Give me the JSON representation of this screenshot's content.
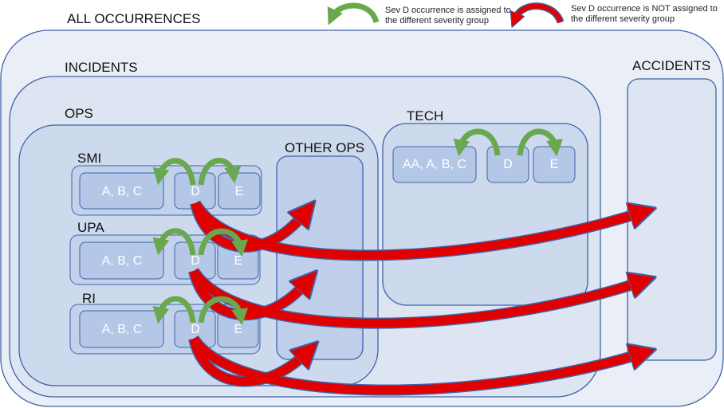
{
  "title": "ALL OCCURRENCES",
  "legend": [
    {
      "icon": "green-curved-arrow-icon",
      "color": "#6aa84f",
      "line1": "Sev D occurrence is assigned to",
      "line2": "the different severity group"
    },
    {
      "icon": "red-curved-arrow-icon",
      "color": "#e00000",
      "line1": "Sev D occurrence is NOT assigned to",
      "line2": "the different severity group"
    }
  ],
  "groups": {
    "incidents": "INCIDENTS",
    "accidents": "ACCIDENTS",
    "ops": "OPS",
    "tech": "TECH",
    "other_ops": "OTHER OPS",
    "smi": "SMI",
    "upa": "UPA",
    "ri": "RI"
  },
  "boxes": {
    "abc": "A, B, C",
    "d": "D",
    "e": "E",
    "aaabc": "AA, A, B, C"
  },
  "colors": {
    "border": "#3f62a8",
    "outer": "#eaeff7",
    "mid": "#dde5f2",
    "inner": "#cdd9ed",
    "cell": "#b4c7e7"
  }
}
